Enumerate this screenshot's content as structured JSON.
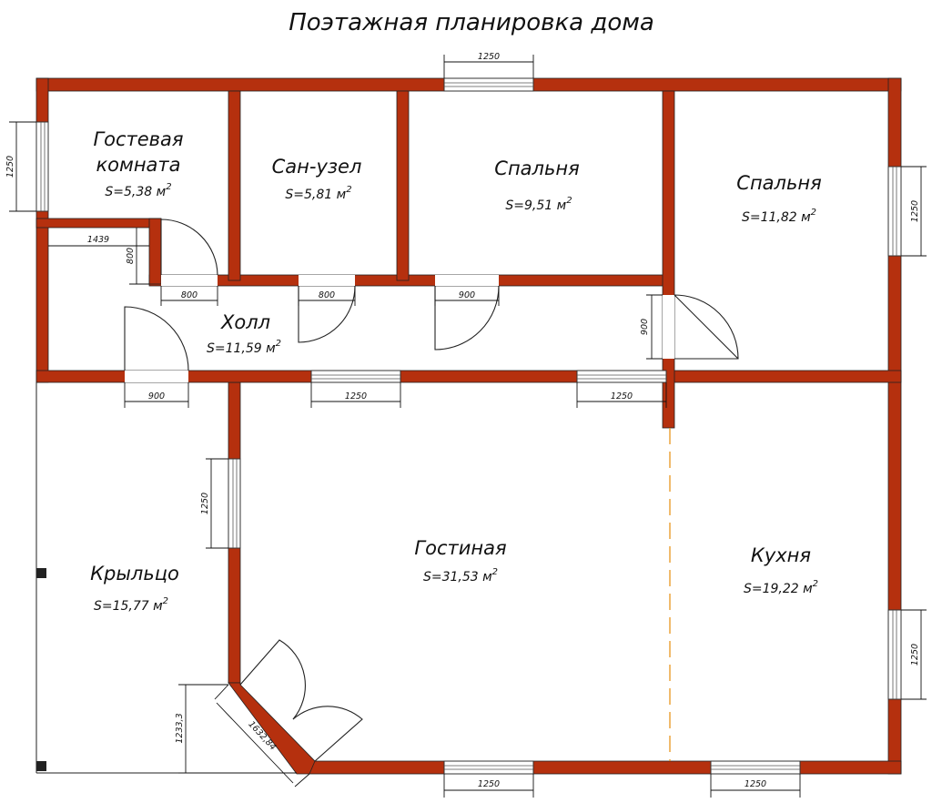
{
  "title": "Поэтажная планировка дома",
  "rooms": {
    "guest": {
      "name_1": "Гостевая",
      "name_2": "комната",
      "area": "S=5,38 м",
      "sup": "2"
    },
    "bathroom": {
      "name": "Сан-узел",
      "area": "S=5,81 м",
      "sup": "2"
    },
    "bedroom_1": {
      "name": "Спальня",
      "area": "S=9,51 м",
      "sup": "2"
    },
    "bedroom_2": {
      "name": "Спальня",
      "area": "S=11,82 м",
      "sup": "2"
    },
    "hall": {
      "name": "Холл",
      "area": "S=11,59 м",
      "sup": "2"
    },
    "living": {
      "name": "Гостиная",
      "area": "S=31,53 м",
      "sup": "2"
    },
    "kitchen": {
      "name": "Кухня",
      "area": "S=19,22 м",
      "sup": "2"
    },
    "porch": {
      "name": "Крыльцо",
      "area": "S=15,77 м",
      "sup": "2"
    }
  },
  "dimensions": {
    "top_window": "1250",
    "left_window": "1250",
    "right_upper_window": "1250",
    "right_lower_window": "1250",
    "bottom_window_1": "1250",
    "bottom_window_2": "1250",
    "hall_window_1": "1250",
    "hall_window_2": "1250",
    "living_left_window": "1250",
    "guest_recess_width": "1439",
    "guest_recess_height": "800",
    "door_guest": "800",
    "door_bathroom": "800",
    "door_bedroom_1": "900",
    "door_bedroom_2": "900",
    "door_entrance": "900",
    "porch_height": "1233,3",
    "diagonal_door": "1632,84"
  }
}
